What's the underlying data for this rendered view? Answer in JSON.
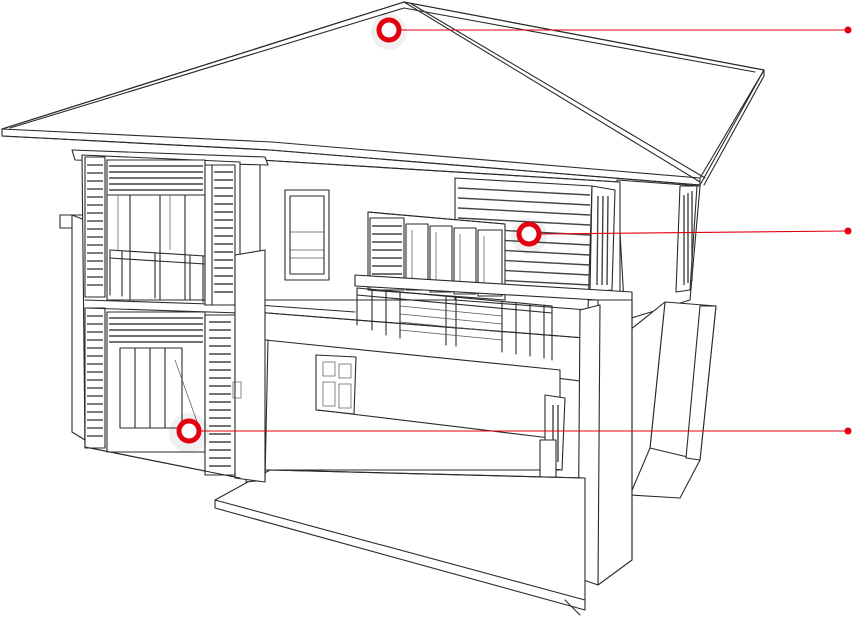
{
  "colors": {
    "accent": "#e3000f",
    "line": "#2a2a2a",
    "background": "#ffffff"
  },
  "hotspots": [
    {
      "id": "roof"
    },
    {
      "id": "balcony-cladding"
    },
    {
      "id": "ground-glazing"
    }
  ]
}
